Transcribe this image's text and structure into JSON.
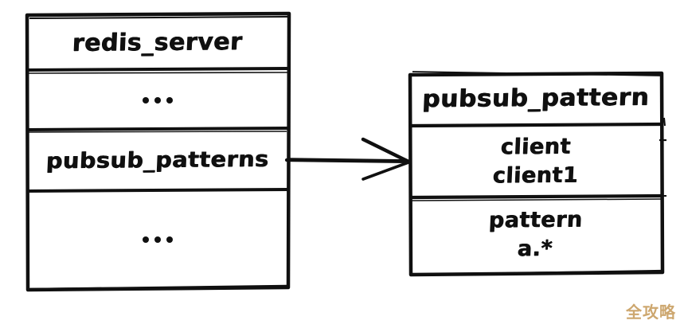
{
  "diagram": {
    "type": "hand-drawn-struct-diagram",
    "background_color": "#ffffff",
    "stroke_color": "#101010",
    "nodes": [
      {
        "id": "redis-server",
        "title": "redis_server",
        "rows": [
          {
            "kind": "ellipsis",
            "text": "..."
          },
          {
            "kind": "field",
            "text": "pubsub_patterns"
          },
          {
            "kind": "ellipsis",
            "text": "..."
          }
        ]
      },
      {
        "id": "pubsub-pattern",
        "title": "pubsub_pattern",
        "rows": [
          {
            "kind": "pair",
            "label": "client",
            "value": "client1"
          },
          {
            "kind": "pair",
            "label": "pattern",
            "value": "a.*"
          }
        ]
      }
    ],
    "edges": [
      {
        "id": "pubsub-patterns-to-pubsub-pattern",
        "from": "redis-server.pubsub_patterns",
        "to": "pubsub-pattern",
        "style": "solid-hand-drawn",
        "arrowhead": "open-v"
      }
    ]
  },
  "watermark": {
    "text": "全攻略",
    "color": "#c9a063"
  }
}
